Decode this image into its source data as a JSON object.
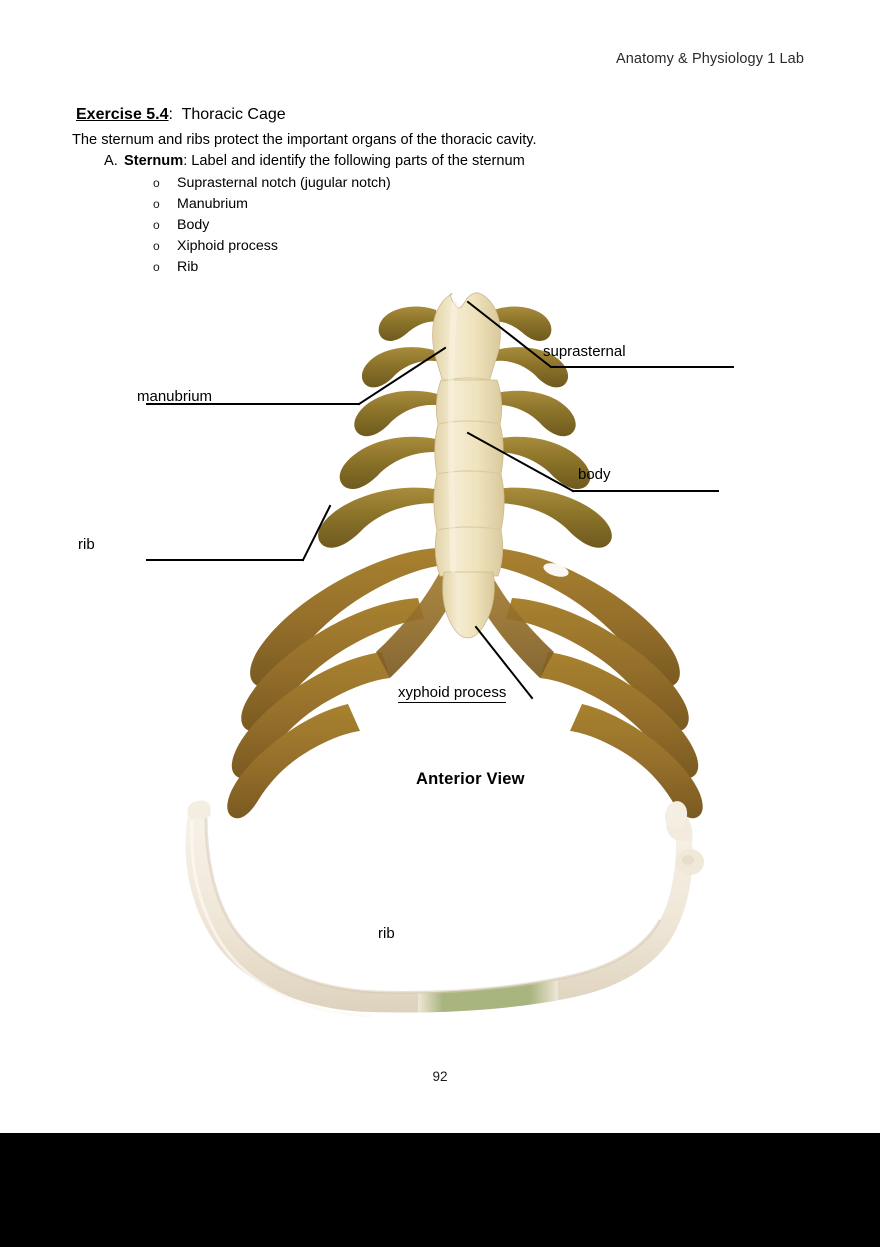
{
  "document": {
    "running_head": "Anatomy & Physiology 1 Lab",
    "page_number": "92",
    "exercise": {
      "label": "Exercise 5.4",
      "separator": ":",
      "title": "Thoracic Cage"
    },
    "intro": "The sternum and ribs protect the important organs of the thoracic cavity.",
    "item_a": {
      "marker": "A.",
      "bold_term": "Sternum",
      "rest": ":  Label and identify the following parts of the sternum"
    },
    "sub_items": [
      {
        "bullet": "o",
        "text": "Suprasternal notch (jugular notch)"
      },
      {
        "bullet": "o",
        "text": "Manubrium"
      },
      {
        "bullet": "o",
        "text": "Body"
      },
      {
        "bullet": "o",
        "text": "Xiphoid process"
      },
      {
        "bullet": "o",
        "text": "Rib"
      }
    ]
  },
  "figure_sternum": {
    "caption": "Anterior View",
    "labels": {
      "suprasternal": "suprasternal",
      "manubrium": "manubrium",
      "body": "body",
      "rib": "rib",
      "xyphoid": "xyphoid process"
    }
  },
  "figure_rib": {
    "label": "rib"
  },
  "colors": {
    "page_background": "#ffffff",
    "bottom_band": "#000000",
    "text": "#000000",
    "running_head": "#2a2a2a",
    "sternum_bone": "#efe3bc",
    "sternum_bone_shade": "#ddcda0",
    "sternum_bone_light": "#f6eed2",
    "rib_upper": "#8b7329",
    "rib_lower": "#96702b",
    "rib_highlight": "#a98c3d",
    "rib_shadow": "#6f5a1f",
    "leader_line": "#000000",
    "rib_photo_bone": "#efe6d7",
    "rib_photo_bone_light": "#f7f2e8",
    "rib_photo_shadow": "#ddd2bd",
    "rib_photo_green": "#a8b57e"
  }
}
